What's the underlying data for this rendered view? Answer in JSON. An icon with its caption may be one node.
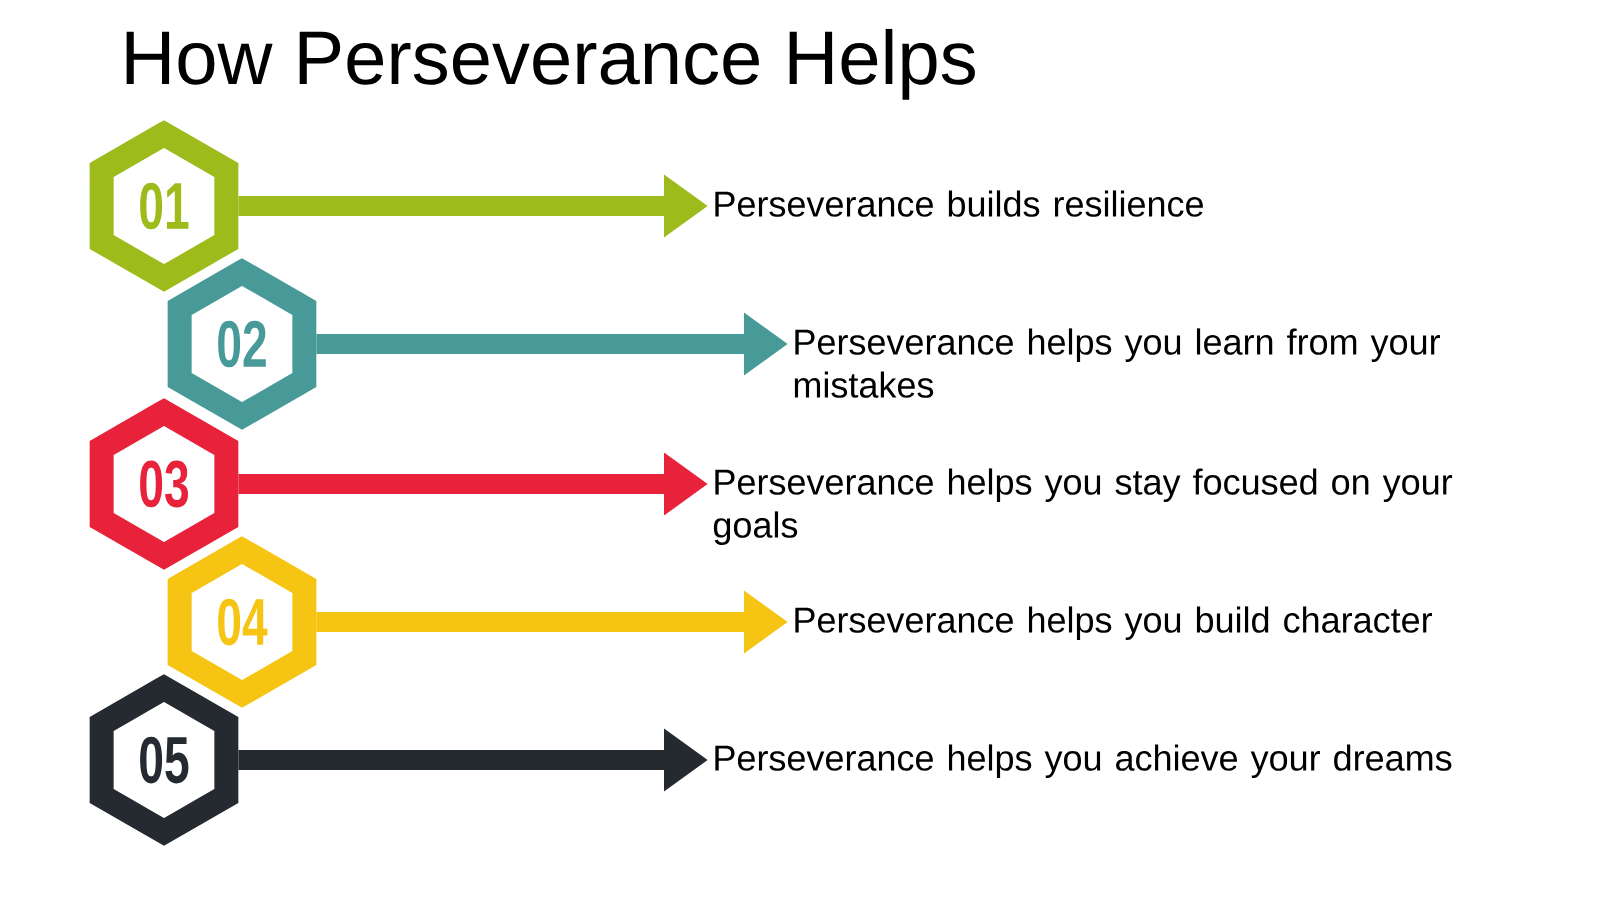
{
  "diagram": {
    "title": "How Perseverance Helps",
    "nodes": [
      {
        "text": [
          "01"
        ]
      },
      {
        "text": [
          "Perseverance builds resilience"
        ]
      },
      {
        "text": [
          "02"
        ]
      },
      {
        "text": [
          "Perseverance helps you learn from your mistakes"
        ]
      },
      {
        "text": [
          "03"
        ]
      },
      {
        "text": [
          "Perseverance helps you stay focused on your goals"
        ]
      },
      {
        "text": [
          "04"
        ]
      },
      {
        "text": [
          "Perseverance helps you build character"
        ]
      },
      {
        "text": [
          "05"
        ]
      },
      {
        "text": [
          "Perseverance helps you achieve your dreams"
        ]
      }
    ],
    "edges": [
      {
        "from": 0,
        "to": 1,
        "arrow": "to",
        "color": "#9dbb1a"
      },
      {
        "from": 2,
        "to": 3,
        "arrow": "to",
        "color": "#479a97"
      },
      {
        "from": 4,
        "to": 5,
        "arrow": "to",
        "color": "#e8223a"
      },
      {
        "from": 6,
        "to": 7,
        "arrow": "to",
        "color": "#f6c413"
      },
      {
        "from": 8,
        "to": 9,
        "arrow": "to",
        "color": "#252a30"
      }
    ]
  }
}
